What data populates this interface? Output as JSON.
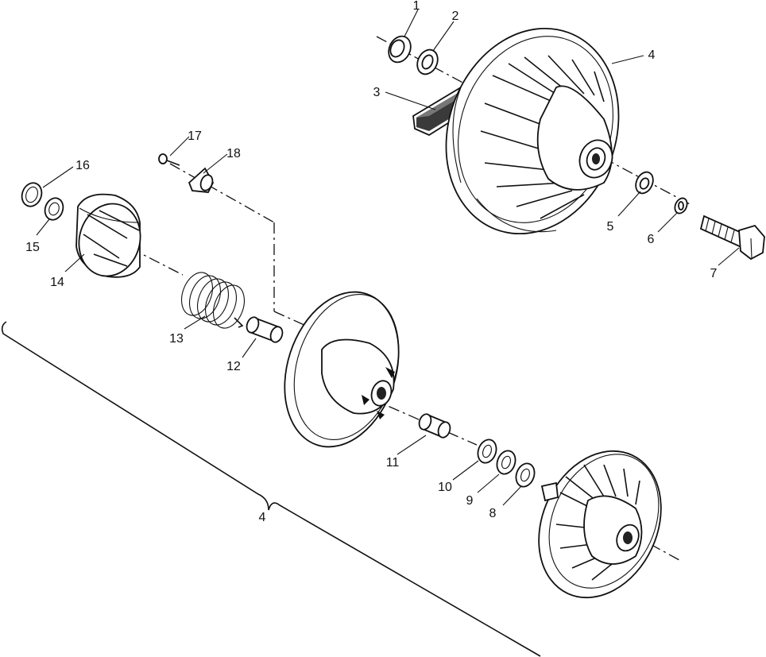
{
  "callouts": [
    {
      "id": "1",
      "text": "1"
    },
    {
      "id": "2",
      "text": "2"
    },
    {
      "id": "3",
      "text": "3"
    },
    {
      "id": "4a",
      "text": "4"
    },
    {
      "id": "5",
      "text": "5"
    },
    {
      "id": "6",
      "text": "6"
    },
    {
      "id": "7",
      "text": "7"
    },
    {
      "id": "8",
      "text": "8"
    },
    {
      "id": "9",
      "text": "9"
    },
    {
      "id": "10",
      "text": "10"
    },
    {
      "id": "11",
      "text": "11"
    },
    {
      "id": "12",
      "text": "12"
    },
    {
      "id": "13",
      "text": "13"
    },
    {
      "id": "14",
      "text": "14"
    },
    {
      "id": "15",
      "text": "15"
    },
    {
      "id": "16",
      "text": "16"
    },
    {
      "id": "17",
      "text": "17"
    },
    {
      "id": "18",
      "text": "18"
    },
    {
      "id": "4b",
      "text": "4"
    }
  ]
}
